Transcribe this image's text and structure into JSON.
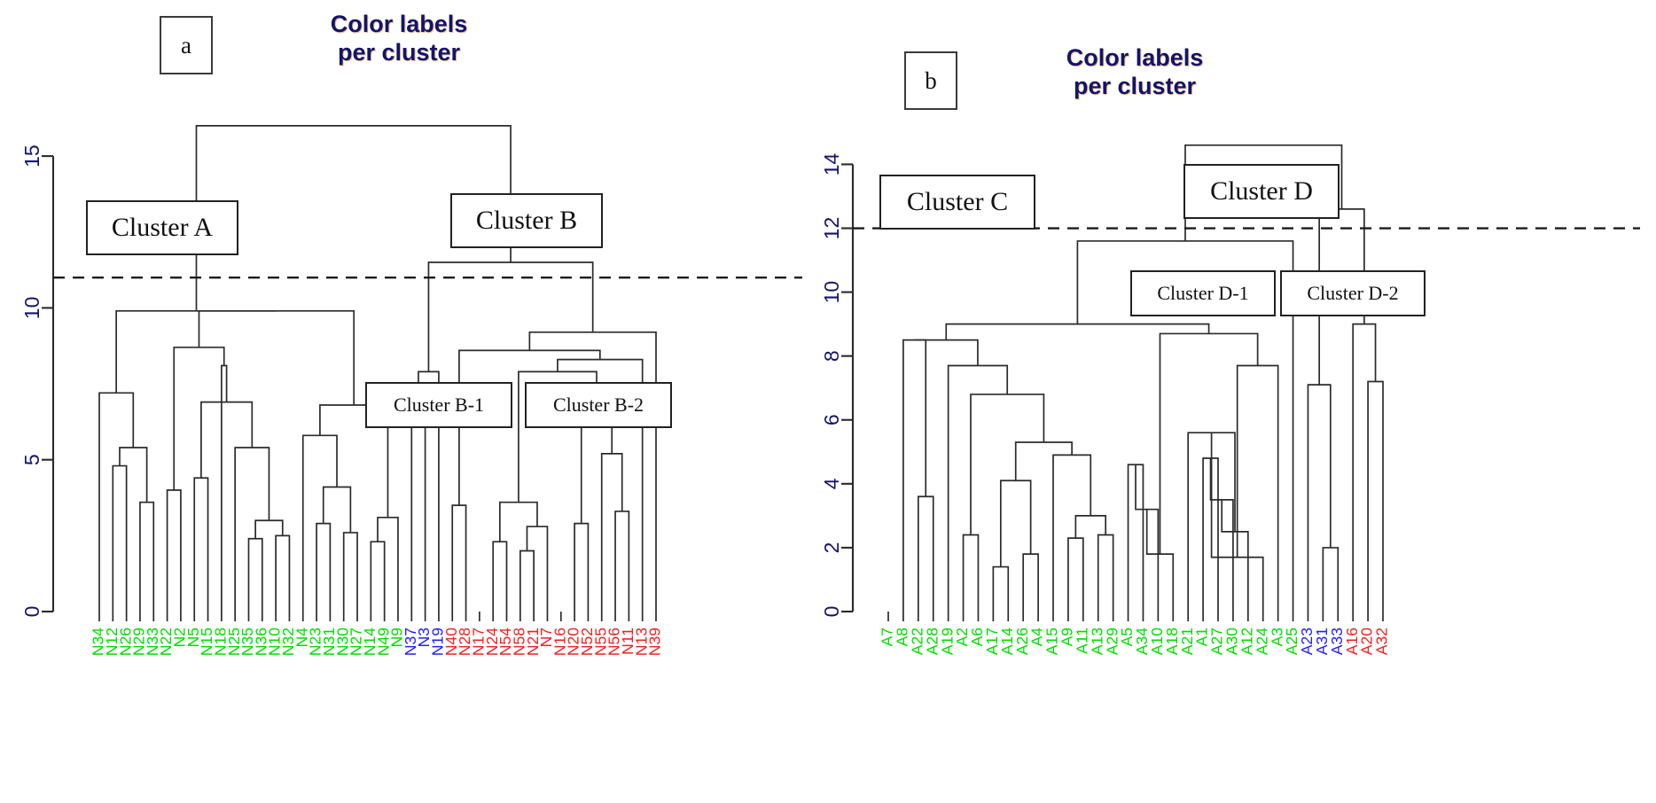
{
  "figure": {
    "panels": [
      {
        "id": "a",
        "badge": "a",
        "title_line1": "Color labels",
        "title_line2": "per cluster",
        "cut_height": 11,
        "y_ticks": [
          0,
          5,
          10,
          15
        ],
        "y_max": 16.2,
        "cluster_boxes": [
          {
            "name": "Cluster A",
            "size": "big"
          },
          {
            "name": "Cluster B",
            "size": "big"
          },
          {
            "name": "Cluster B-1",
            "size": "small"
          },
          {
            "name": "Cluster B-2",
            "size": "small"
          }
        ]
      },
      {
        "id": "b",
        "badge": "b",
        "title_line1": "Color labels",
        "title_line2": "per cluster",
        "cut_height": 12,
        "y_ticks": [
          0,
          2,
          4,
          6,
          8,
          10,
          12,
          14
        ],
        "y_max": 14.9,
        "cluster_boxes": [
          {
            "name": "Cluster C",
            "size": "big"
          },
          {
            "name": "Cluster D",
            "size": "big"
          },
          {
            "name": "Cluster D-1",
            "size": "small"
          },
          {
            "name": "Cluster D-2",
            "size": "small"
          }
        ]
      }
    ]
  },
  "colors": {
    "green": "#00dd00",
    "blue": "#2222ee",
    "red": "#ee2222",
    "axis": "#13146b",
    "title": "#13146b",
    "line": "#2b2b2b"
  },
  "chart_data": [
    {
      "type": "dendrogram",
      "panel": "a",
      "title": "Color labels per cluster",
      "ylabel": "",
      "ylim": [
        0,
        16.2
      ],
      "yticks": [
        0,
        5,
        10,
        15
      ],
      "cut_height": 11,
      "grid": false,
      "legend": "none",
      "leaves": [
        {
          "label": "N34",
          "color": "green"
        },
        {
          "label": "N12",
          "color": "green"
        },
        {
          "label": "N26",
          "color": "green"
        },
        {
          "label": "N29",
          "color": "green"
        },
        {
          "label": "N33",
          "color": "green"
        },
        {
          "label": "N22",
          "color": "green"
        },
        {
          "label": "N2",
          "color": "green"
        },
        {
          "label": "N5",
          "color": "green"
        },
        {
          "label": "N15",
          "color": "green"
        },
        {
          "label": "N18",
          "color": "green"
        },
        {
          "label": "N25",
          "color": "green"
        },
        {
          "label": "N35",
          "color": "green"
        },
        {
          "label": "N36",
          "color": "green"
        },
        {
          "label": "N10",
          "color": "green"
        },
        {
          "label": "N32",
          "color": "green"
        },
        {
          "label": "N4",
          "color": "green"
        },
        {
          "label": "N23",
          "color": "green"
        },
        {
          "label": "N31",
          "color": "green"
        },
        {
          "label": "N30",
          "color": "green"
        },
        {
          "label": "N27",
          "color": "green"
        },
        {
          "label": "N14",
          "color": "green"
        },
        {
          "label": "N49",
          "color": "green"
        },
        {
          "label": "N9",
          "color": "green"
        },
        {
          "label": "N37",
          "color": "blue"
        },
        {
          "label": "N3",
          "color": "blue"
        },
        {
          "label": "N19",
          "color": "blue"
        },
        {
          "label": "N40",
          "color": "red"
        },
        {
          "label": "N28",
          "color": "red"
        },
        {
          "label": "N17",
          "color": "red"
        },
        {
          "label": "N24",
          "color": "red"
        },
        {
          "label": "N54",
          "color": "red"
        },
        {
          "label": "N58",
          "color": "red"
        },
        {
          "label": "N21",
          "color": "red"
        },
        {
          "label": "N7",
          "color": "red"
        },
        {
          "label": "N16",
          "color": "red"
        },
        {
          "label": "N20",
          "color": "red"
        },
        {
          "label": "N52",
          "color": "red"
        },
        {
          "label": "N55",
          "color": "red"
        },
        {
          "label": "N56",
          "color": "red"
        },
        {
          "label": "N11",
          "color": "red"
        },
        {
          "label": "N13",
          "color": "red"
        },
        {
          "label": "N39",
          "color": "red"
        }
      ],
      "merges": [
        {
          "left": {
            "leaf": 1
          },
          "right": {
            "leaf": 2
          },
          "height": 4.8
        },
        {
          "left": {
            "leaf": 3
          },
          "right": {
            "leaf": 4
          },
          "height": 3.6
        },
        {
          "left": {
            "merge": 0
          },
          "right": {
            "merge": 1
          },
          "height": 5.4
        },
        {
          "left": {
            "leaf": 0
          },
          "right": {
            "merge": 2
          },
          "height": 7.2
        },
        {
          "left": {
            "leaf": 5
          },
          "right": {
            "leaf": 6
          },
          "height": 4.0
        },
        {
          "left": {
            "leaf": 7
          },
          "right": {
            "leaf": 8
          },
          "height": 4.4
        },
        {
          "left": {
            "leaf": 11
          },
          "right": {
            "leaf": 12
          },
          "height": 2.4
        },
        {
          "left": {
            "leaf": 13
          },
          "right": {
            "leaf": 14
          },
          "height": 2.5
        },
        {
          "left": {
            "merge": 6
          },
          "right": {
            "merge": 7
          },
          "height": 3.0
        },
        {
          "left": {
            "leaf": 10
          },
          "right": {
            "merge": 8
          },
          "height": 5.4
        },
        {
          "left": {
            "merge": 5
          },
          "right": {
            "merge": 9
          },
          "height": 6.9
        },
        {
          "left": {
            "leaf": 9
          },
          "right": {
            "merge": 10
          },
          "height": 8.1
        },
        {
          "left": {
            "merge": 4
          },
          "right": {
            "merge": 11
          },
          "height": 8.7
        },
        {
          "left": {
            "leaf": 16
          },
          "right": {
            "leaf": 17
          },
          "height": 2.9
        },
        {
          "left": {
            "leaf": 18
          },
          "right": {
            "leaf": 19
          },
          "height": 2.6
        },
        {
          "left": {
            "merge": 13
          },
          "right": {
            "merge": 14
          },
          "height": 4.1
        },
        {
          "left": {
            "leaf": 15
          },
          "right": {
            "merge": 15
          },
          "height": 5.8
        },
        {
          "left": {
            "leaf": 20
          },
          "right": {
            "leaf": 21
          },
          "height": 2.3
        },
        {
          "left": {
            "merge": 17
          },
          "right": {
            "leaf": 22
          },
          "height": 3.1
        },
        {
          "left": {
            "merge": 16
          },
          "right": {
            "merge": 18
          },
          "height": 6.8
        },
        {
          "left": {
            "merge": 12
          },
          "right": {
            "merge": 19
          },
          "height": 9.9
        },
        {
          "left": {
            "merge": 3
          },
          "right": {
            "merge": 20
          },
          "height": 9.9
        },
        {
          "left": {
            "leaf": 23
          },
          "right": {
            "leaf": 24
          },
          "height": 6.9
        },
        {
          "left": {
            "merge": 22
          },
          "right": {
            "leaf": 25
          },
          "height": 7.9
        },
        {
          "left": {
            "leaf": 26
          },
          "right": {
            "leaf": 27
          },
          "height": 3.5
        },
        {
          "left": {
            "leaf": 29
          },
          "right": {
            "leaf": 30
          },
          "height": 2.3
        },
        {
          "left": {
            "leaf": 31
          },
          "right": {
            "leaf": 32
          },
          "height": 2.0
        },
        {
          "left": {
            "leaf": 33
          },
          "right": {
            "merge": 26
          },
          "height": 2.8
        },
        {
          "left": {
            "merge": 25
          },
          "right": {
            "merge": 27
          },
          "height": 3.6
        },
        {
          "left": {
            "leaf": 35
          },
          "right": {
            "leaf": 36
          },
          "height": 2.9
        },
        {
          "left": {
            "leaf": 38
          },
          "right": {
            "leaf": 39
          },
          "height": 3.3
        },
        {
          "left": {
            "leaf": 37
          },
          "right": {
            "merge": 30
          },
          "height": 5.2
        },
        {
          "left": {
            "merge": 29
          },
          "right": {
            "merge": 31
          },
          "height": 6.1
        },
        {
          "left": {
            "merge": 28
          },
          "right": {
            "merge": 32
          },
          "height": 7.9
        },
        {
          "left": {
            "merge": 33
          },
          "right": {
            "leaf": 40
          },
          "height": 8.3
        },
        {
          "left": {
            "merge": 24
          },
          "right": {
            "merge": 34
          },
          "height": 8.6
        },
        {
          "left": {
            "merge": 35
          },
          "right": {
            "leaf": 41
          },
          "height": 9.2
        },
        {
          "left": {
            "merge": 23
          },
          "right": {
            "merge": 36
          },
          "height": 11.5
        },
        {
          "left": {
            "merge": 21
          },
          "right": {
            "merge": 37
          },
          "height": 16.0
        }
      ]
    },
    {
      "type": "dendrogram",
      "panel": "b",
      "title": "Color labels per cluster",
      "ylabel": "",
      "ylim": [
        0,
        14.9
      ],
      "yticks": [
        0,
        2,
        4,
        6,
        8,
        10,
        12,
        14
      ],
      "cut_height": 12,
      "grid": false,
      "legend": "none",
      "leaves": [
        {
          "label": "A7",
          "color": "green"
        },
        {
          "label": "A8",
          "color": "green"
        },
        {
          "label": "A22",
          "color": "green"
        },
        {
          "label": "A28",
          "color": "green"
        },
        {
          "label": "A19",
          "color": "green"
        },
        {
          "label": "A2",
          "color": "green"
        },
        {
          "label": "A6",
          "color": "green"
        },
        {
          "label": "A17",
          "color": "green"
        },
        {
          "label": "A14",
          "color": "green"
        },
        {
          "label": "A26",
          "color": "green"
        },
        {
          "label": "A4",
          "color": "green"
        },
        {
          "label": "A15",
          "color": "green"
        },
        {
          "label": "A9",
          "color": "green"
        },
        {
          "label": "A11",
          "color": "green"
        },
        {
          "label": "A13",
          "color": "green"
        },
        {
          "label": "A29",
          "color": "green"
        },
        {
          "label": "A5",
          "color": "green"
        },
        {
          "label": "A34",
          "color": "green"
        },
        {
          "label": "A10",
          "color": "green"
        },
        {
          "label": "A18",
          "color": "green"
        },
        {
          "label": "A21",
          "color": "green"
        },
        {
          "label": "A1",
          "color": "green"
        },
        {
          "label": "A27",
          "color": "green"
        },
        {
          "label": "A30",
          "color": "green"
        },
        {
          "label": "A12",
          "color": "green"
        },
        {
          "label": "A24",
          "color": "green"
        },
        {
          "label": "A3",
          "color": "green"
        },
        {
          "label": "A25",
          "color": "green"
        },
        {
          "label": "A23",
          "color": "blue"
        },
        {
          "label": "A31",
          "color": "blue"
        },
        {
          "label": "A33",
          "color": "blue"
        },
        {
          "label": "A16",
          "color": "red"
        },
        {
          "label": "A20",
          "color": "red"
        },
        {
          "label": "A32",
          "color": "red"
        }
      ],
      "merges": [
        {
          "left": {
            "leaf": 2
          },
          "right": {
            "leaf": 3
          },
          "height": 3.6
        },
        {
          "left": {
            "leaf": 1
          },
          "right": {
            "merge": 0
          },
          "height": 8.5
        },
        {
          "left": {
            "leaf": 5
          },
          "right": {
            "leaf": 6
          },
          "height": 2.4
        },
        {
          "left": {
            "leaf": 7
          },
          "right": {
            "leaf": 8
          },
          "height": 1.4
        },
        {
          "left": {
            "leaf": 9
          },
          "right": {
            "leaf": 10
          },
          "height": 1.8
        },
        {
          "left": {
            "merge": 3
          },
          "right": {
            "merge": 4
          },
          "height": 4.1
        },
        {
          "left": {
            "leaf": 12
          },
          "right": {
            "leaf": 13
          },
          "height": 2.3
        },
        {
          "left": {
            "leaf": 14
          },
          "right": {
            "leaf": 15
          },
          "height": 2.4
        },
        {
          "left": {
            "merge": 6
          },
          "right": {
            "merge": 7
          },
          "height": 3.0
        },
        {
          "left": {
            "leaf": 11
          },
          "right": {
            "merge": 8
          },
          "height": 4.9
        },
        {
          "left": {
            "merge": 5
          },
          "right": {
            "merge": 9
          },
          "height": 5.3
        },
        {
          "left": {
            "merge": 2
          },
          "right": {
            "merge": 10
          },
          "height": 6.8
        },
        {
          "left": {
            "leaf": 4
          },
          "right": {
            "merge": 11
          },
          "height": 7.7
        },
        {
          "left": {
            "merge": 1
          },
          "right": {
            "merge": 12
          },
          "height": 8.5
        },
        {
          "left": {
            "leaf": 16
          },
          "right": {
            "leaf": 17
          },
          "height": 4.6
        },
        {
          "left": {
            "merge": 14
          },
          "right": {
            "leaf": 18
          },
          "height": 3.2
        },
        {
          "left": {
            "merge": 15
          },
          "right": {
            "leaf": 19
          },
          "height": 1.8
        },
        {
          "left": {
            "leaf": 21
          },
          "right": {
            "leaf": 22
          },
          "height": 4.8
        },
        {
          "left": {
            "merge": 17
          },
          "right": {
            "leaf": 23
          },
          "height": 3.5
        },
        {
          "left": {
            "merge": 18
          },
          "right": {
            "leaf": 24
          },
          "height": 2.5
        },
        {
          "left": {
            "leaf": 20
          },
          "right": {
            "merge": 19
          },
          "height": 5.6
        },
        {
          "left": {
            "merge": 20
          },
          "right": {
            "leaf": 25
          },
          "height": 1.7
        },
        {
          "left": {
            "merge": 21
          },
          "right": {
            "leaf": 26
          },
          "height": 7.7
        },
        {
          "left": {
            "merge": 16
          },
          "right": {
            "merge": 22
          },
          "height": 8.7
        },
        {
          "left": {
            "merge": 13
          },
          "right": {
            "merge": 23
          },
          "height": 9.0
        },
        {
          "left": {
            "merge": 24
          },
          "right": {
            "leaf": 27
          },
          "height": 11.6
        },
        {
          "left": {
            "leaf": 29
          },
          "right": {
            "leaf": 30
          },
          "height": 2.0
        },
        {
          "left": {
            "leaf": 28
          },
          "right": {
            "merge": 26
          },
          "height": 7.1
        },
        {
          "left": {
            "leaf": 32
          },
          "right": {
            "leaf": 33
          },
          "height": 7.2
        },
        {
          "left": {
            "leaf": 31
          },
          "right": {
            "merge": 28
          },
          "height": 9.0
        },
        {
          "left": {
            "merge": 27
          },
          "right": {
            "merge": 29
          },
          "height": 12.6
        },
        {
          "left": {
            "merge": 25
          },
          "right": {
            "merge": 30
          },
          "height": 14.6
        }
      ]
    }
  ]
}
